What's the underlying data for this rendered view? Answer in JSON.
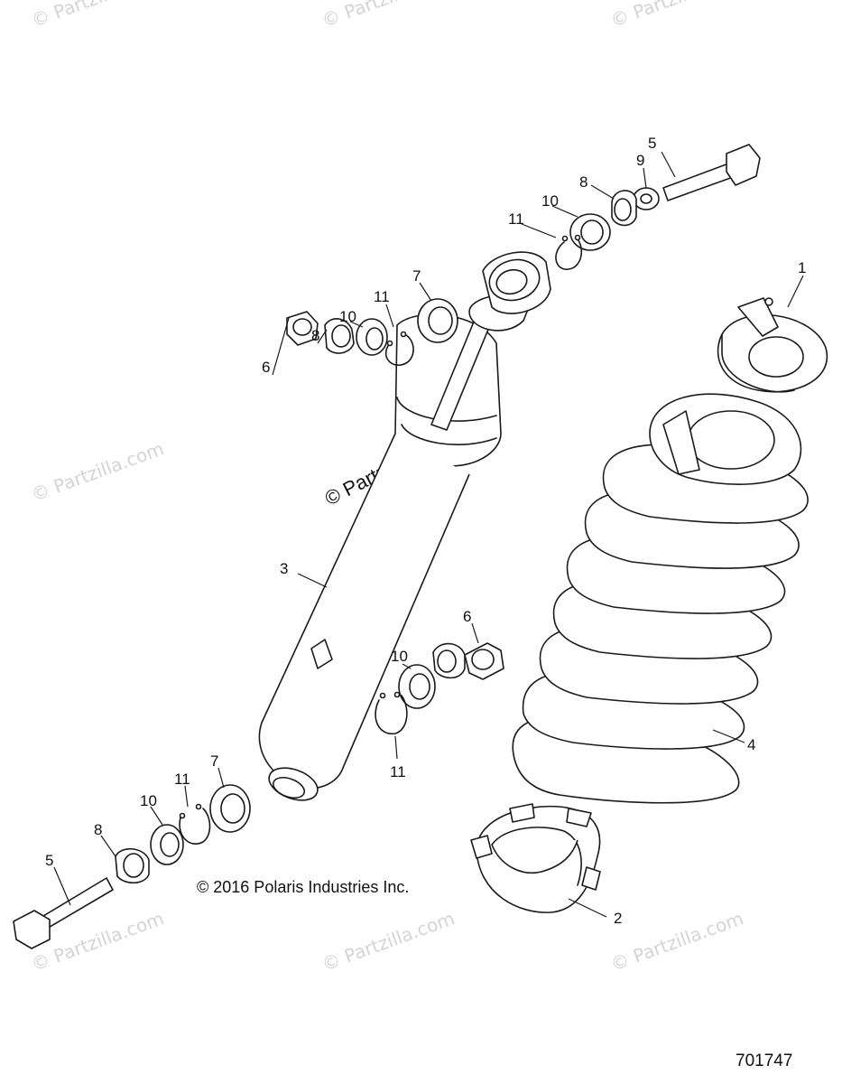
{
  "watermark": {
    "text": "© Partzilla.com",
    "center_text": "© Partzilla.com"
  },
  "copyright": "© 2016 Polaris Industries Inc.",
  "drawing_number": "701747",
  "callouts": {
    "c1": "1",
    "c2": "2",
    "c3": "3",
    "c4": "4",
    "c5_top": "5",
    "c5_bottom": "5",
    "c6_left": "6",
    "c6_right": "6",
    "c7_top": "7",
    "c7_bottom": "7",
    "c8_top_right": "8",
    "c8_top_left": "8",
    "c8_bottom": "8",
    "c9": "9",
    "c10_top_right": "10",
    "c10_top_left": "10",
    "c10_mid": "10",
    "c10_bottom": "10",
    "c11_top_right": "11",
    "c11_top_left": "11",
    "c11_mid": "11",
    "c11_bottom": "11"
  },
  "colors": {
    "line": "#1a1a1a",
    "watermark": "#d4d4d4",
    "background": "#ffffff"
  }
}
